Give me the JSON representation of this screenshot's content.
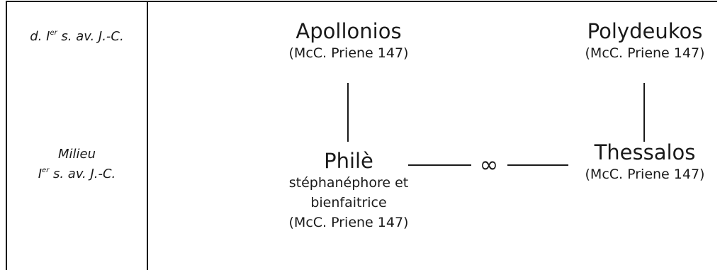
{
  "periods": [
    {
      "prefix": "d. I",
      "sup": "er",
      "suffix": " s. av. J.-C."
    },
    {
      "line1": "Milieu",
      "prefix": "I",
      "sup": "er",
      "suffix": " s. av. J.-C."
    }
  ],
  "persons": {
    "apollonios": {
      "name": "Apollonios",
      "ref": "(McC. Priene 147)"
    },
    "polydeukos": {
      "name": "Polydeukos",
      "ref": "(McC. Priene 147)"
    },
    "phile": {
      "name": "Philè",
      "role_line1": "stéphanéphore et",
      "role_line2": "bienfaitrice",
      "ref": "(McC. Priene 147)"
    },
    "thessalos": {
      "name": "Thessalos",
      "ref": "(McC. Priene 147)"
    }
  },
  "marriage_symbol": "∞"
}
